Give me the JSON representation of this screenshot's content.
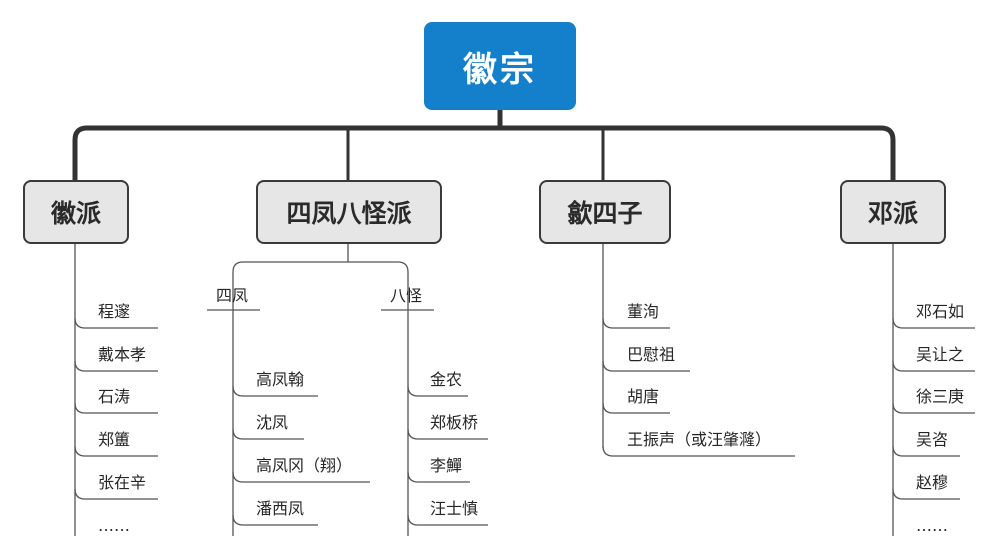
{
  "root": {
    "label": "徽宗"
  },
  "schools": [
    {
      "label": "徽派",
      "members": [
        "程邃",
        "戴本孝",
        "石涛",
        "郑簠",
        "张在辛",
        "……"
      ]
    },
    {
      "label": "四凤八怪派",
      "groups": [
        {
          "label": "四凤",
          "members": [
            "高凤翰",
            "沈凤",
            "高凤冈（翔）",
            "潘西凤"
          ]
        },
        {
          "label": "八怪",
          "members": [
            "金农",
            "郑板桥",
            "李鱓",
            "汪士慎"
          ]
        }
      ]
    },
    {
      "label": "歙四子",
      "members": [
        "董洵",
        "巴慰祖",
        "胡唐",
        "王振声（或汪肇漋）"
      ]
    },
    {
      "label": "邓派",
      "members": [
        "邓石如",
        "吴让之",
        "徐三庚",
        "吴咨",
        "赵穆",
        "……"
      ]
    }
  ]
}
